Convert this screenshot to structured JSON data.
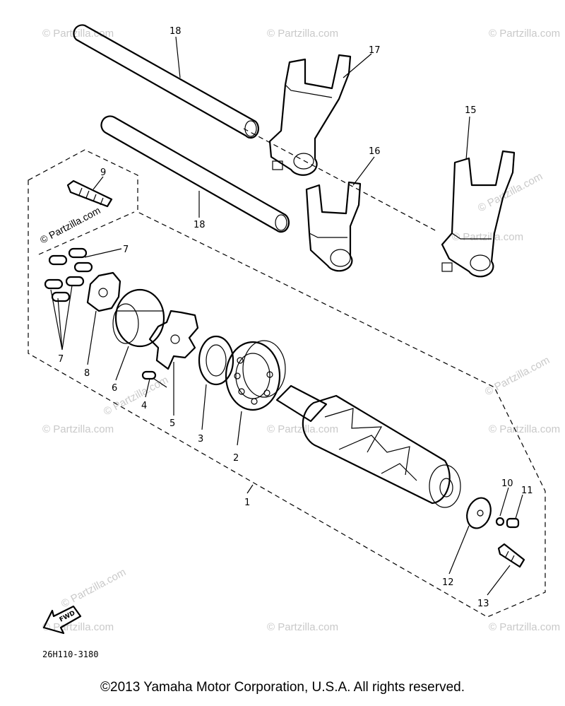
{
  "watermark": "© Partzilla.com",
  "callouts": [
    "18",
    "17",
    "15",
    "16",
    "18",
    "9",
    "7",
    "7",
    "8",
    "6",
    "4",
    "5",
    "3",
    "2",
    "1",
    "10",
    "11",
    "12",
    "13"
  ],
  "fwd_label": "FWD",
  "diagram_code": "26H110-3180",
  "copyright": "©2013  Yamaha Motor Corporation, U.S.A. All rights reserved."
}
